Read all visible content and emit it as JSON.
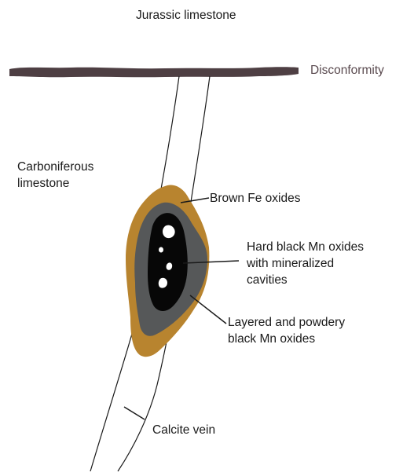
{
  "labels": {
    "jurassic": "Jurassic limestone",
    "disconformity": "Disconformity",
    "carboniferous_line1": "Carboniferous",
    "carboniferous_line2": "limestone",
    "fe_oxides": "Brown Fe oxides",
    "hard_mn_line1": "Hard black Mn oxides",
    "hard_mn_line2": "with mineralized",
    "hard_mn_line3": "cavities",
    "layered_mn_line1": "Layered and powdery",
    "layered_mn_line2": "black Mn oxides",
    "calcite": "Calcite vein"
  },
  "colors": {
    "disconformity_band": "#4e3f43",
    "fe_oxide": "#b8842f",
    "layered_mn": "#565859",
    "hard_mn": "#070707",
    "cavity": "#ffffff",
    "lines": "#1a1a1a"
  }
}
